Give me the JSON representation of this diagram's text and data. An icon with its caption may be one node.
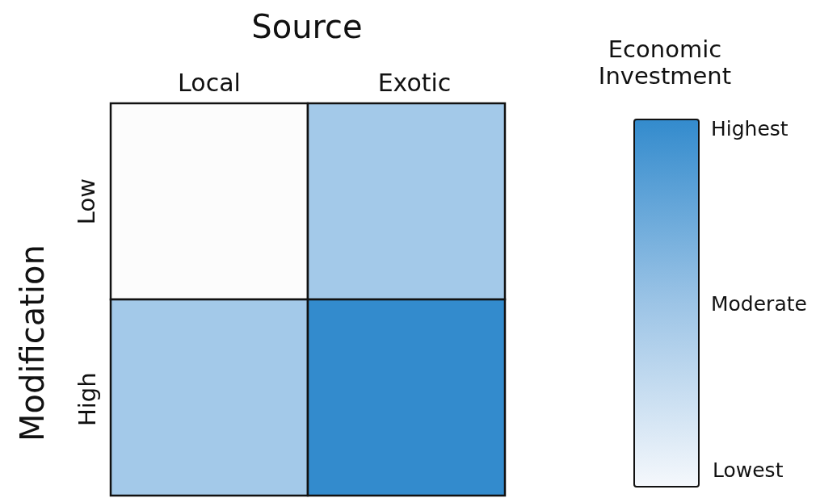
{
  "diagram": {
    "nodes": [
      {
        "text": [],
        "shape": "box"
      },
      {
        "text": [],
        "shape": "box"
      },
      {
        "text": [],
        "shape": "box"
      },
      {
        "text": [],
        "shape": "box"
      },
      {
        "text": [],
        "shape": "bar"
      }
    ],
    "labels": [
      "Source",
      "Economic Investment",
      "Local",
      "Exotic",
      "Highest",
      "Low",
      "Modification",
      "Moderate",
      "High",
      "Lowest"
    ]
  }
}
